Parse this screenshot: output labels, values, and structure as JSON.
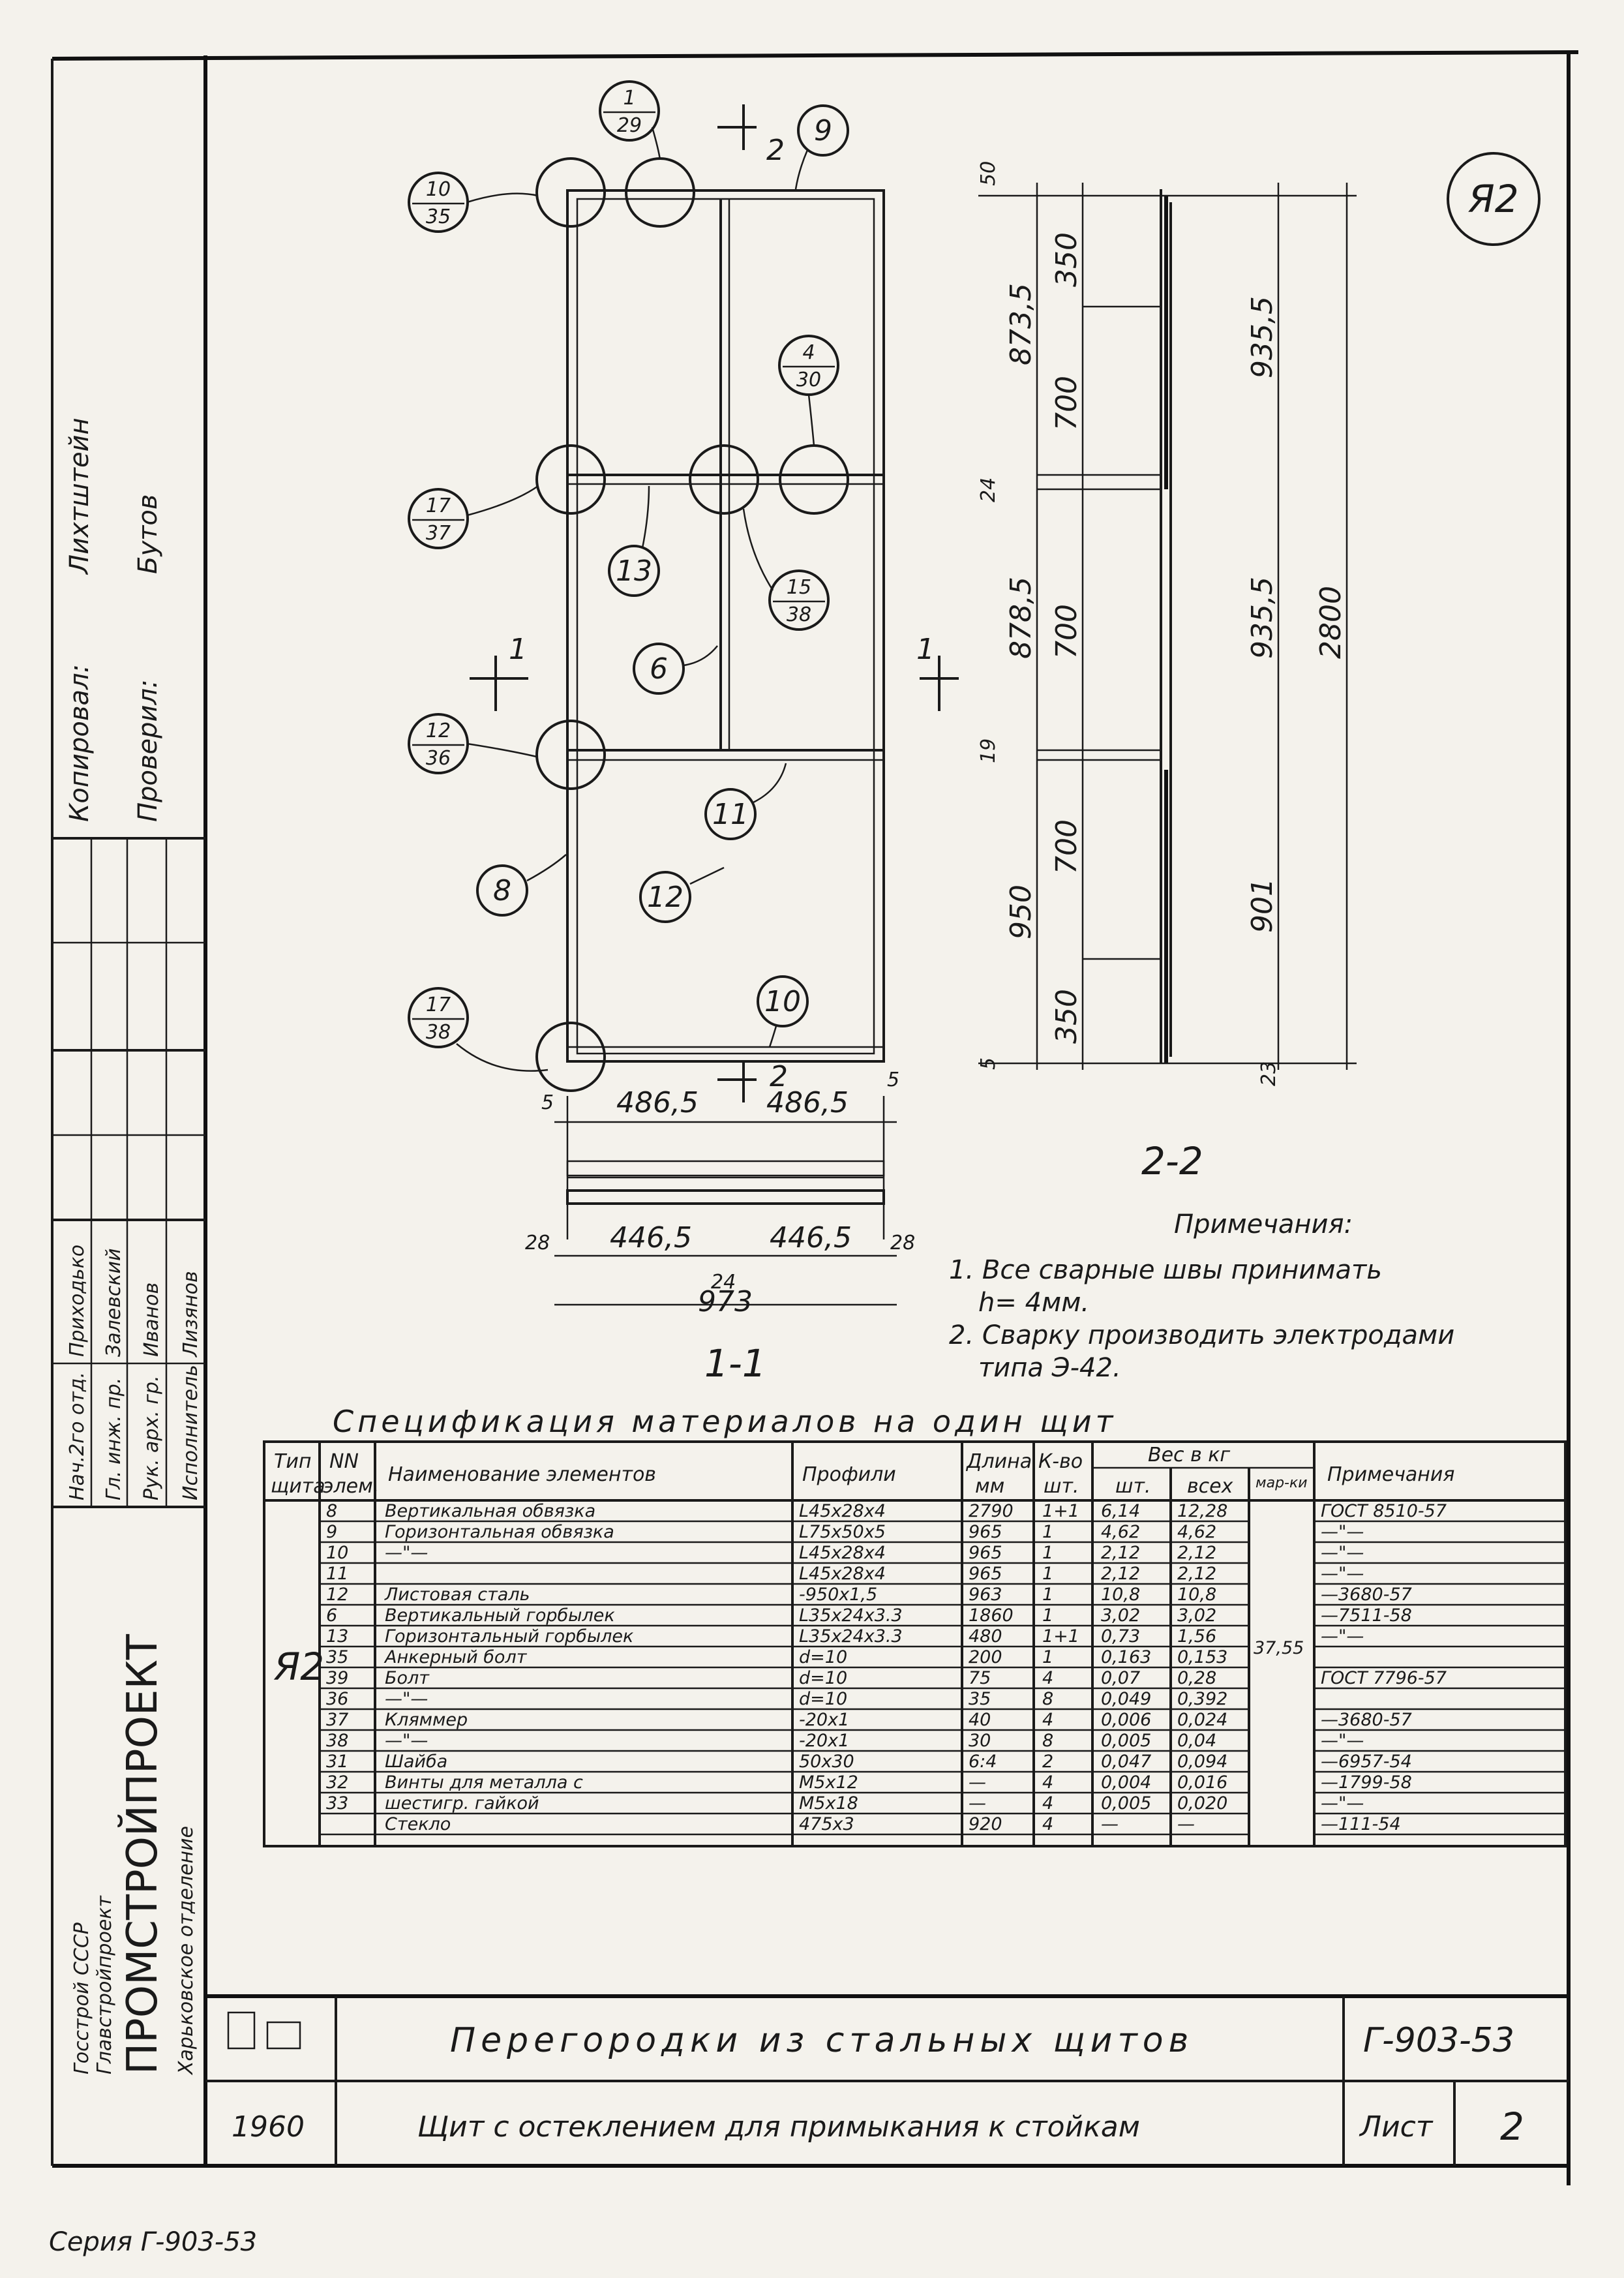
{
  "drawing": {
    "sheet_mark": "Я2",
    "section_1_label": "1-1",
    "section_2_label": "2-2",
    "cut_mark_1": "1",
    "cut_mark_2": "2",
    "callouts": [
      {
        "top": "1",
        "bottom": "29"
      },
      {
        "top": "10",
        "bottom": "35"
      },
      {
        "top": "4",
        "bottom": "30"
      },
      {
        "top": "17",
        "bottom": "37"
      },
      {
        "top": "15",
        "bottom": "38"
      },
      {
        "top": "12",
        "bottom": "36"
      },
      {
        "top": "17",
        "bottom": "38"
      }
    ],
    "item_marks": [
      "9",
      "13",
      "6",
      "11",
      "8",
      "12",
      "10"
    ],
    "dims_plan": [
      "486,5",
      "486,5",
      "5",
      "5",
      "446,5",
      "446,5",
      "28",
      "28",
      "24",
      "973"
    ],
    "dims_section": [
      "50",
      "350",
      "873,5",
      "700",
      "24",
      "878,5",
      "700",
      "19",
      "950",
      "700",
      "350",
      "5",
      "935,5",
      "935,5",
      "901",
      "2800",
      "23"
    ]
  },
  "notes": {
    "heading": "Примечания:",
    "items": [
      "1. Все сварные швы принимать",
      "h= 4мм.",
      "2. Сварку производить электродами",
      "типа Э-42."
    ]
  },
  "table": {
    "title": "Спецификация материалов на один щит",
    "headers": {
      "type": [
        "Тип",
        "щита"
      ],
      "num": [
        "NN",
        "элем."
      ],
      "name": "Наименование элементов",
      "profile": "Профили",
      "length": [
        "Длина",
        "мм"
      ],
      "qty": [
        "К-во",
        "шт."
      ],
      "weight": "Вес в кг",
      "w_piece": "шт.",
      "w_all": "всех",
      "w_mark": "мар-ки",
      "notes": "Примечания"
    },
    "panel_type": "Я2",
    "mark_weight": "37,55",
    "rows": [
      {
        "num": "8",
        "name": "Вертикальная обвязка",
        "profile": "L45x28x4",
        "length": "2790",
        "qty": "1+1",
        "w1": "6,14",
        "w2": "12,28",
        "note": "ГОСТ 8510-57"
      },
      {
        "num": "9",
        "name": "Горизонтальная обвязка",
        "profile": "L75x50x5",
        "length": "965",
        "qty": "1",
        "w1": "4,62",
        "w2": "4,62",
        "note": "—\"—"
      },
      {
        "num": "10",
        "name": "—\"—",
        "profile": "L45x28x4",
        "length": "965",
        "qty": "1",
        "w1": "2,12",
        "w2": "2,12",
        "note": "—\"—"
      },
      {
        "num": "11",
        "name": "",
        "profile": "L45x28x4",
        "length": "965",
        "qty": "1",
        "w1": "2,12",
        "w2": "2,12",
        "note": "—\"—"
      },
      {
        "num": "12",
        "name": "Листовая сталь",
        "profile": "-950x1,5",
        "length": "963",
        "qty": "1",
        "w1": "10,8",
        "w2": "10,8",
        "note": "—3680-57"
      },
      {
        "num": "6",
        "name": "Вертикальный горбылек",
        "profile": "L35x24x3.3",
        "length": "1860",
        "qty": "1",
        "w1": "3,02",
        "w2": "3,02",
        "note": "—7511-58"
      },
      {
        "num": "13",
        "name": "Горизонтальный горбылек",
        "profile": "L35x24x3.3",
        "length": "480",
        "qty": "1+1",
        "w1": "0,73",
        "w2": "1,56",
        "note": "—\"—"
      },
      {
        "num": "35",
        "name": "Анкерный болт",
        "profile": "d=10",
        "length": "200",
        "qty": "1",
        "w1": "0,163",
        "w2": "0,153",
        "note": ""
      },
      {
        "num": "39",
        "name": "Болт",
        "profile": "d=10",
        "length": "75",
        "qty": "4",
        "w1": "0,07",
        "w2": "0,28",
        "note": "ГОСТ 7796-57"
      },
      {
        "num": "36",
        "name": "—\"—",
        "profile": "d=10",
        "length": "35",
        "qty": "8",
        "w1": "0,049",
        "w2": "0,392",
        "note": ""
      },
      {
        "num": "37",
        "name": "Кляммер",
        "profile": "-20x1",
        "length": "40",
        "qty": "4",
        "w1": "0,006",
        "w2": "0,024",
        "note": "—3680-57"
      },
      {
        "num": "38",
        "name": "—\"—",
        "profile": "-20x1",
        "length": "30",
        "qty": "8",
        "w1": "0,005",
        "w2": "0,04",
        "note": "—\"—"
      },
      {
        "num": "31",
        "name": "Шайба",
        "profile": "50x30",
        "length": "6:4",
        "qty": "2",
        "w1": "0,047",
        "w2": "0,094",
        "note": "—6957-54"
      },
      {
        "num": "32",
        "name": "Винты для металла с",
        "profile": "M5x12",
        "length": "—",
        "qty": "4",
        "w1": "0,004",
        "w2": "0,016",
        "note": "—1799-58"
      },
      {
        "num": "33",
        "name": "шестигр. гайкой",
        "profile": "M5x18",
        "length": "—",
        "qty": "4",
        "w1": "0,005",
        "w2": "0,020",
        "note": "—\"—"
      },
      {
        "num": "",
        "name": "Стекло",
        "profile": "475x3",
        "length": "920",
        "qty": "4",
        "w1": "—",
        "w2": "—",
        "note": "—111-54"
      }
    ]
  },
  "stamp": {
    "roles": [
      "Нач.2го отд.",
      "Гл. инж. пр.",
      "Рук. арх. гр.",
      "Исполнитель"
    ],
    "names": [
      "Приходько",
      "Залевский",
      "Иванов",
      "Лизянов"
    ],
    "org_lines": [
      "Госстрой СССР",
      "Главстройпроект",
      "ПРОМСТРОЙПРОЕКТ",
      "Харьковское отделение"
    ],
    "copied_label": "Копировал:",
    "checked_label": "Проверил:",
    "copied_name": "Лихтштейн",
    "checked_name": "Бутов",
    "year": "1960",
    "title_1": "Перегородки из стальных щитов",
    "title_2": "Щит с остеклением для примыкания к стойкам",
    "code": "Г-903-53",
    "sheet_label": "Лист",
    "sheet_no": "2"
  },
  "footer": {
    "series": "Серия Г-903-53"
  }
}
